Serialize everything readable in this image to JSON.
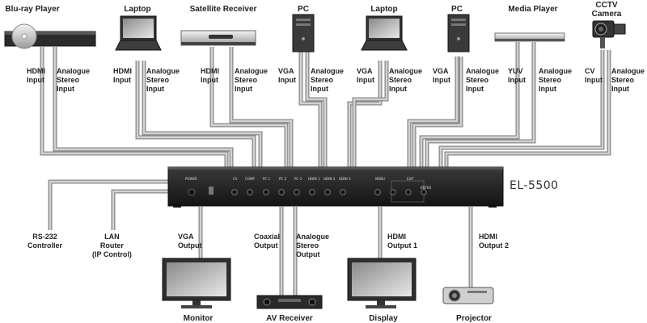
{
  "devices_top": [
    {
      "title": "Blu-ray Player",
      "icon": "bluray-player-icon"
    },
    {
      "title": "Laptop",
      "icon": "laptop-icon"
    },
    {
      "title": "Satellite Receiver",
      "icon": "satellite-receiver-icon"
    },
    {
      "title": "PC",
      "icon": "pc-tower-icon"
    },
    {
      "title": "Laptop",
      "icon": "laptop-icon"
    },
    {
      "title": "PC",
      "icon": "pc-tower-icon"
    },
    {
      "title": "Media Player",
      "icon": "media-player-icon"
    },
    {
      "title": "CCTV\nCamera",
      "icon": "cctv-camera-icon"
    }
  ],
  "input_labels": [
    "HDMI\nInput",
    "Analogue\nStereo\nInput",
    "HDMI\nInput",
    "Analogue\nStereo\nInput",
    "HDMI\nInput",
    "Analogue\nStereo\nInput",
    "VGA\nInput",
    "Analogue\nStereo\nInput",
    "VGA\nInput",
    "Analogue\nStereo\nInput",
    "VGA\nInput",
    "Analogue\nStereo\nInput",
    "YUV\nInput",
    "Analogue\nStereo\nInput",
    "CV\nInput",
    "Analogue\nStereo\nInput"
  ],
  "switcher": {
    "model": "EL-5500",
    "panel_labels": [
      "POWER",
      "CV",
      "COMP",
      "PC 1",
      "PC 2",
      "PC 3",
      "HDMI 1",
      "HDMI 2",
      "HDMI 3",
      "MENU",
      "EXIT",
      "ENTER"
    ]
  },
  "output_labels": [
    "RS-232\nController",
    "LAN\nRouter\n(IP Control)",
    "VGA\nOutput",
    "Coaxial\nOutput",
    "Analogue\nStereo\nOutput",
    "HDMI\nOutput 1",
    "HDMI\nOutput 2"
  ],
  "devices_bottom": [
    {
      "title": "Monitor",
      "icon": "monitor-icon"
    },
    {
      "title": "AV Receiver",
      "icon": "av-receiver-icon"
    },
    {
      "title": "Display",
      "icon": "display-icon"
    },
    {
      "title": "Projector",
      "icon": "projector-icon"
    }
  ]
}
